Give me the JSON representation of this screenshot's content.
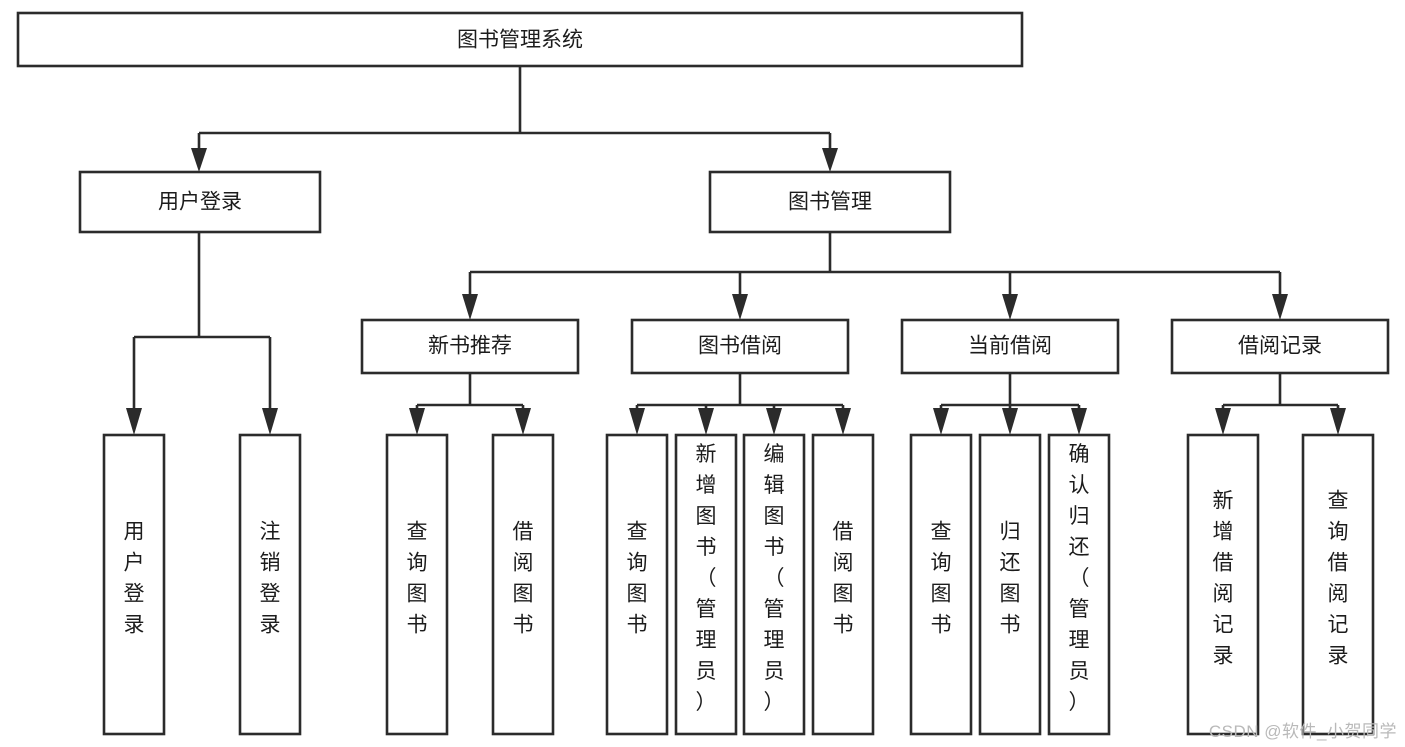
{
  "diagram": {
    "type": "tree-hierarchy",
    "title": "图书管理系统",
    "watermark": "CSDN @软件_小贺同学",
    "colors": {
      "box_stroke": "#2b2b2b",
      "box_fill": "#ffffff",
      "text": "#1c1c1c",
      "watermark": "#b9b9b9"
    },
    "nodes": {
      "root": {
        "label": "图书管理系统",
        "level": 1,
        "orientation": "horizontal"
      },
      "user_login": {
        "label": "用户登录",
        "level": 2,
        "orientation": "horizontal"
      },
      "book_manage": {
        "label": "图书管理",
        "level": 2,
        "orientation": "horizontal"
      },
      "new_book_rec": {
        "label": "新书推荐",
        "level": 3,
        "orientation": "horizontal"
      },
      "book_borrow": {
        "label": "图书借阅",
        "level": 3,
        "orientation": "horizontal"
      },
      "current_borrow": {
        "label": "当前借阅",
        "level": 3,
        "orientation": "horizontal"
      },
      "borrow_record": {
        "label": "借阅记录",
        "level": 3,
        "orientation": "horizontal"
      },
      "leaf_user_login": {
        "label": "用户登录",
        "level": 4,
        "orientation": "vertical"
      },
      "leaf_user_logout": {
        "label": "注销登录",
        "level": 4,
        "orientation": "vertical"
      },
      "leaf_rec_query": {
        "label": "查询图书",
        "level": 4,
        "orientation": "vertical"
      },
      "leaf_rec_borrow": {
        "label": "借阅图书",
        "level": 4,
        "orientation": "vertical"
      },
      "leaf_borrow_query": {
        "label": "查询图书",
        "level": 4,
        "orientation": "vertical"
      },
      "leaf_borrow_add": {
        "label": "新增图书（管理员）",
        "level": 4,
        "orientation": "vertical"
      },
      "leaf_borrow_edit": {
        "label": "编辑图书（管理员）",
        "level": 4,
        "orientation": "vertical"
      },
      "leaf_borrow_do": {
        "label": "借阅图书",
        "level": 4,
        "orientation": "vertical"
      },
      "leaf_cur_query": {
        "label": "查询图书",
        "level": 4,
        "orientation": "vertical"
      },
      "leaf_cur_return": {
        "label": "归还图书",
        "level": 4,
        "orientation": "vertical"
      },
      "leaf_cur_confirm": {
        "label": "确认归还（管理员）",
        "level": 4,
        "orientation": "vertical"
      },
      "leaf_rec_add": {
        "label": "新增借阅记录",
        "level": 4,
        "orientation": "vertical"
      },
      "leaf_rec_search": {
        "label": "查询借阅记录",
        "level": 4,
        "orientation": "vertical"
      }
    },
    "edges": [
      {
        "from": "root",
        "to": "user_login"
      },
      {
        "from": "root",
        "to": "book_manage"
      },
      {
        "from": "user_login",
        "to": "leaf_user_login"
      },
      {
        "from": "user_login",
        "to": "leaf_user_logout"
      },
      {
        "from": "book_manage",
        "to": "new_book_rec"
      },
      {
        "from": "book_manage",
        "to": "book_borrow"
      },
      {
        "from": "book_manage",
        "to": "current_borrow"
      },
      {
        "from": "book_manage",
        "to": "borrow_record"
      },
      {
        "from": "new_book_rec",
        "to": "leaf_rec_query"
      },
      {
        "from": "new_book_rec",
        "to": "leaf_rec_borrow"
      },
      {
        "from": "book_borrow",
        "to": "leaf_borrow_query"
      },
      {
        "from": "book_borrow",
        "to": "leaf_borrow_add"
      },
      {
        "from": "book_borrow",
        "to": "leaf_borrow_edit"
      },
      {
        "from": "book_borrow",
        "to": "leaf_borrow_do"
      },
      {
        "from": "current_borrow",
        "to": "leaf_cur_query"
      },
      {
        "from": "current_borrow",
        "to": "leaf_cur_return"
      },
      {
        "from": "current_borrow",
        "to": "leaf_cur_confirm"
      },
      {
        "from": "borrow_record",
        "to": "leaf_rec_add"
      },
      {
        "from": "borrow_record",
        "to": "leaf_rec_search"
      }
    ]
  }
}
